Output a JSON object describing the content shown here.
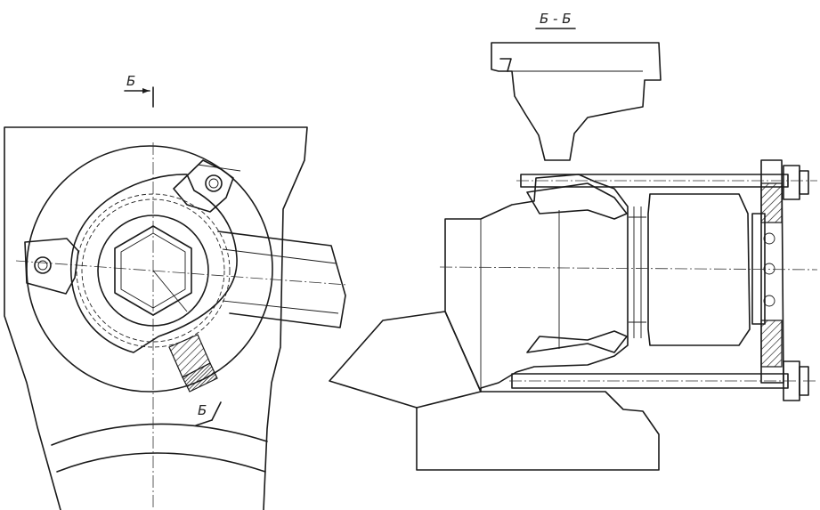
{
  "labels": {
    "section_mark_top": "Б",
    "section_mark_bottom": "Б",
    "section_title": "Б - Б"
  }
}
